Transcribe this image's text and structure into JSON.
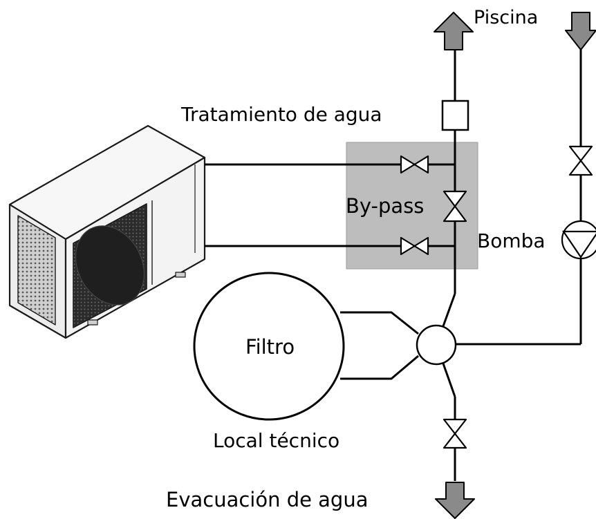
{
  "labels": {
    "pool": "Piscina",
    "water_treatment": "Tratamiento de agua",
    "bypass": "By-pass",
    "pump": "Bomba",
    "filter": "Filtro",
    "technical_room": "Local técnico",
    "drain": "Evacuación de agua"
  },
  "colors": {
    "line": "#000000",
    "arrow_fill": "#8a8a8a",
    "bypass_zone": "#bdbdbd",
    "unit_body": "#f3f3f3",
    "unit_grille": "#3a3a3a",
    "background": "#ffffff"
  }
}
